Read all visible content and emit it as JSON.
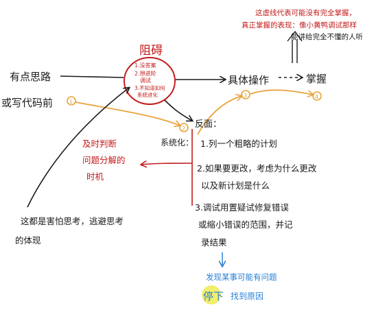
{
  "colors": {
    "ink": "#1a1a1a",
    "red": "#c41a1a",
    "orange": "#e8a33a",
    "blue": "#2a7fd4",
    "highlight": "#f3ee6b"
  },
  "top_note": {
    "line1": "这虚线代表可能没有完全掌握，",
    "line2": "真正掌握的表现：像小黄鸭调试那样",
    "line3": "能讲给完全不懂的人听"
  },
  "obstacle": {
    "title": "阻碍",
    "item1": "1.没答案",
    "item2": "2.想进阶",
    "item2b": "调试",
    "item3": "3.不知道如何",
    "item3b": "系统进化"
  },
  "left": {
    "line1": "有点思路",
    "line2": "或写代码前"
  },
  "concrete_op": "具体操作",
  "master": "掌握",
  "reverse": "反面：",
  "systematize": "系统化：",
  "steps": {
    "s1": "1.列一个粗略的计划",
    "s2a": "2.如果要更改，考虑为什么更改",
    "s2b": "以及新计划是什么",
    "s3a": "3.调试用置疑试修复错误",
    "s3b": "或缩小错误的范围，并记",
    "s3c": "录结果"
  },
  "red_note": {
    "line1": "及时判断",
    "line2": "问题分解的",
    "line3": "时机"
  },
  "bottom_left": {
    "line1": "这都是害怕思考，逃避思考",
    "line2": "的体现"
  },
  "blue_note": {
    "line1": "发现某事可能有问题",
    "stop": "停下",
    "line2": "找到原因"
  },
  "markers": {
    "m1": "1",
    "m2": "2",
    "m3": "3",
    "m4": "4"
  }
}
